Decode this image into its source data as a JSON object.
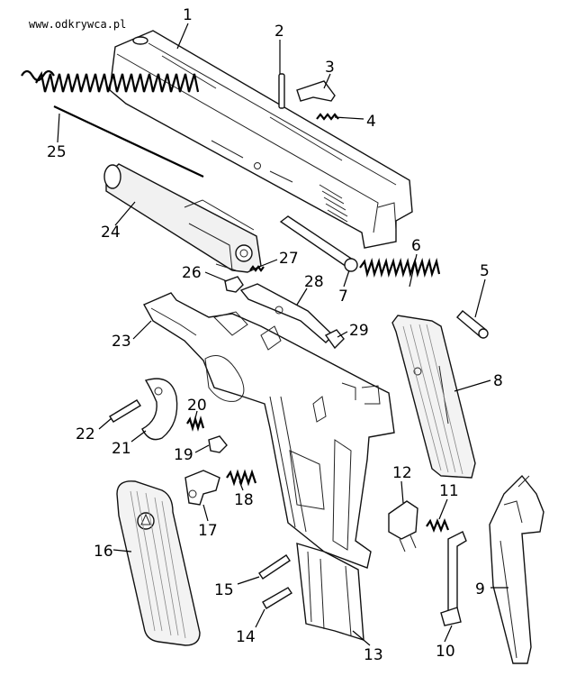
{
  "watermark": "www.odkrywca.pl",
  "labels": [
    {
      "id": "1",
      "text": "1"
    },
    {
      "id": "2",
      "text": "2"
    },
    {
      "id": "3",
      "text": "3"
    },
    {
      "id": "4",
      "text": "4"
    },
    {
      "id": "5",
      "text": "5"
    },
    {
      "id": "6",
      "text": "6"
    },
    {
      "id": "7",
      "text": "7"
    },
    {
      "id": "8",
      "text": "8"
    },
    {
      "id": "9",
      "text": "9"
    },
    {
      "id": "10",
      "text": "10"
    },
    {
      "id": "11",
      "text": "11"
    },
    {
      "id": "12",
      "text": "12"
    },
    {
      "id": "13",
      "text": "13"
    },
    {
      "id": "14",
      "text": "14"
    },
    {
      "id": "15",
      "text": "15"
    },
    {
      "id": "16",
      "text": "16"
    },
    {
      "id": "17",
      "text": "17"
    },
    {
      "id": "18",
      "text": "18"
    },
    {
      "id": "19",
      "text": "19"
    },
    {
      "id": "20",
      "text": "20"
    },
    {
      "id": "21",
      "text": "21"
    },
    {
      "id": "22",
      "text": "22"
    },
    {
      "id": "23",
      "text": "23"
    },
    {
      "id": "24",
      "text": "24"
    },
    {
      "id": "25",
      "text": "25"
    },
    {
      "id": "26",
      "text": "26"
    },
    {
      "id": "27",
      "text": "27"
    },
    {
      "id": "28",
      "text": "28"
    },
    {
      "id": "29",
      "text": "29"
    }
  ]
}
